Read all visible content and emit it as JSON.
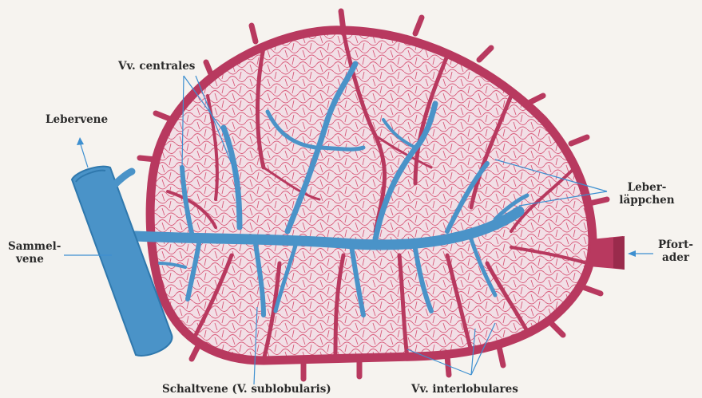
{
  "labels": {
    "lebervene": "Lebervene",
    "vv_centrales": "Vv. centrales",
    "sammelvene_1": "Sammel-",
    "sammelvene_2": "vene",
    "leberlaeppchen_1": "Leber-",
    "leberlaeppchen_2": "läppchen",
    "pfortader_1": "Pfort-",
    "pfortader_2": "ader",
    "schaltvene": "Schaltvene (V. sublobularis)",
    "vv_interlobulares": "Vv. interlobulares"
  },
  "colors": {
    "background": "#f6f3ef",
    "portal_vessel": "#b8395f",
    "portal_vessel_light": "#d4607f",
    "capillary": "#d85a7a",
    "lobule_fill": "#f2dfe6",
    "hepatic_vein": "#4a93c8",
    "hepatic_vein_dark": "#2f78ad",
    "leader_line": "#3d8fd0",
    "text": "#2a2a2a"
  }
}
